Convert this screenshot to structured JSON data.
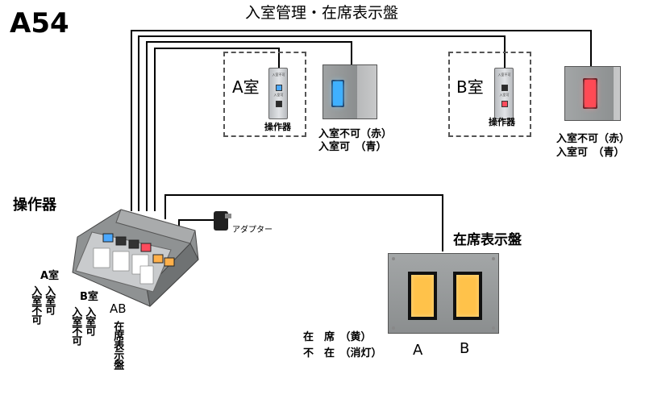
{
  "code_label": "A54",
  "system_title": "入室管理・在席表示盤",
  "room_a": {
    "label": "A室",
    "controller_label": "操作器",
    "switch_text_top": "入室不可",
    "switch_text_bottom": "入室可"
  },
  "room_b": {
    "label": "B室",
    "controller_label": "操作器",
    "switch_text_top": "入室不可",
    "switch_text_bottom": "入室可"
  },
  "door_display_a": {
    "line1": "入室不可（赤）",
    "line2": "入室可　（青）",
    "lamp_color": "#3fb0ff"
  },
  "door_display_b": {
    "line1": "入室不可（赤）",
    "line2": "入室可　（青）",
    "lamp_color": "#ff4a55"
  },
  "main_controller": {
    "label": "操作器",
    "adapter_label": "アダプター"
  },
  "controller_legend": {
    "a_room": "A室",
    "a_no_entry": "入室不可",
    "a_entry_ok": "入室可",
    "b_room": "B室",
    "b_no_entry": "入室不可",
    "b_entry_ok": "入室可",
    "ab": "AB",
    "presence_panel": "在席表示盤"
  },
  "presence_panel": {
    "title": "在席表示盤",
    "legend_present": "在　席　（黄）",
    "legend_absent": "不　在　（消灯）",
    "slot_a": "A",
    "slot_b": "B",
    "lamp_color": "#ffc24a"
  },
  "colors": {
    "wire": "#000000",
    "button_blue": "#4aa8ff",
    "button_red": "#ff4b5c",
    "button_orange": "#ffb04a"
  }
}
